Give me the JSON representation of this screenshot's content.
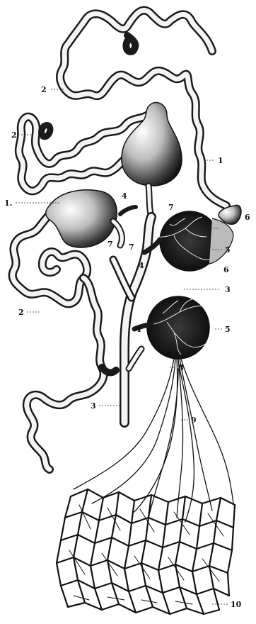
{
  "labels": {
    "l1a": "1",
    "l1b": "1.",
    "l2a": "2",
    "l2b": "2",
    "l2c": "2",
    "l3a": "3",
    "l3b": "3",
    "l4a": "4",
    "l4b": "4",
    "l4c": "4",
    "l5a": "5",
    "l5b": "5",
    "l6a": "6",
    "l6b": "6",
    "l7a": "7",
    "l7b": "7",
    "l7c": "7",
    "l8": "8",
    "l9": "9",
    "l10": "10"
  }
}
